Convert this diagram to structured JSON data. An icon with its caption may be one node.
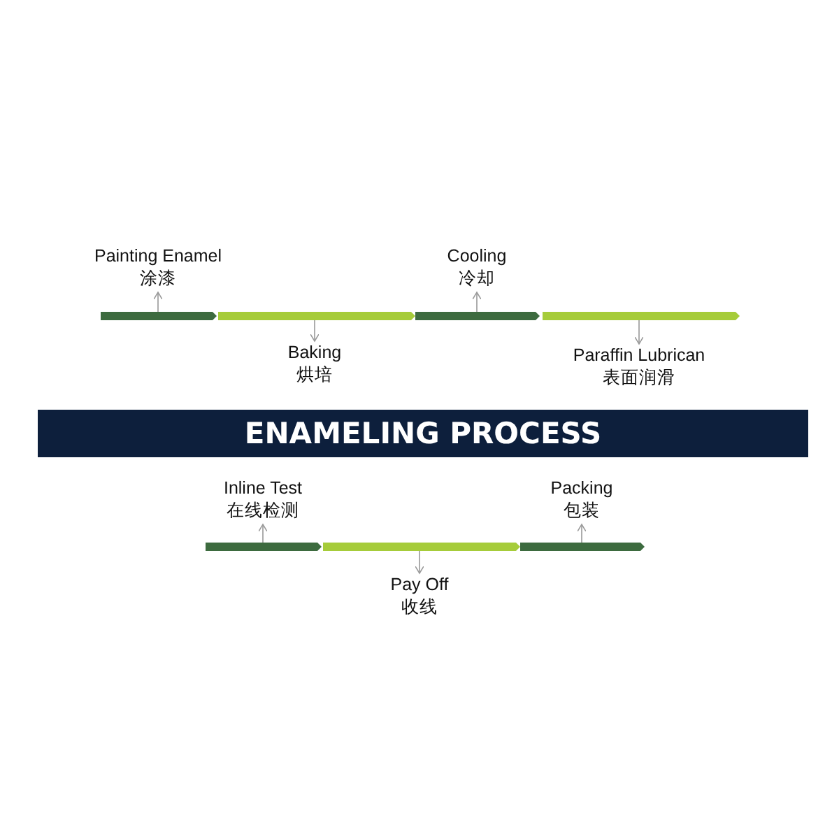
{
  "diagram": {
    "nodes": [
      {
        "text": [
          "Painting Enamel",
          "涂漆"
        ]
      },
      {
        "text": [
          "Cooling",
          "冷却"
        ]
      },
      {
        "text": [],
        "shape": "bar"
      },
      {
        "text": [],
        "shape": "bar"
      },
      {
        "text": [],
        "shape": "bar"
      },
      {
        "text": [],
        "shape": "bar"
      },
      {
        "text": [
          "Baking",
          "烘培"
        ]
      },
      {
        "text": [
          "Paraffin Lubrican",
          "表面润滑"
        ]
      },
      {
        "text": [
          "ENAMELING PROCESS"
        ]
      },
      {
        "text": [
          "Inline Test",
          "在线检测"
        ]
      },
      {
        "text": [
          "Packing",
          "包装"
        ]
      },
      {
        "text": [],
        "shape": "bar"
      },
      {
        "text": [],
        "shape": "bar"
      },
      {
        "text": [],
        "shape": "bar"
      },
      {
        "text": [
          "Pay Off",
          "收线"
        ]
      }
    ],
    "edges": [
      {
        "from": 2,
        "to": 0,
        "arrow": "to"
      },
      {
        "from": 3,
        "to": 6,
        "arrow": "to"
      },
      {
        "from": 4,
        "to": 1,
        "arrow": "to"
      },
      {
        "from": 5,
        "to": 7,
        "arrow": "to"
      },
      {
        "from": 11,
        "to": 9,
        "arrow": "to"
      },
      {
        "from": 12,
        "to": 14,
        "arrow": "to"
      },
      {
        "from": 13,
        "to": 10,
        "arrow": "to"
      }
    ]
  }
}
